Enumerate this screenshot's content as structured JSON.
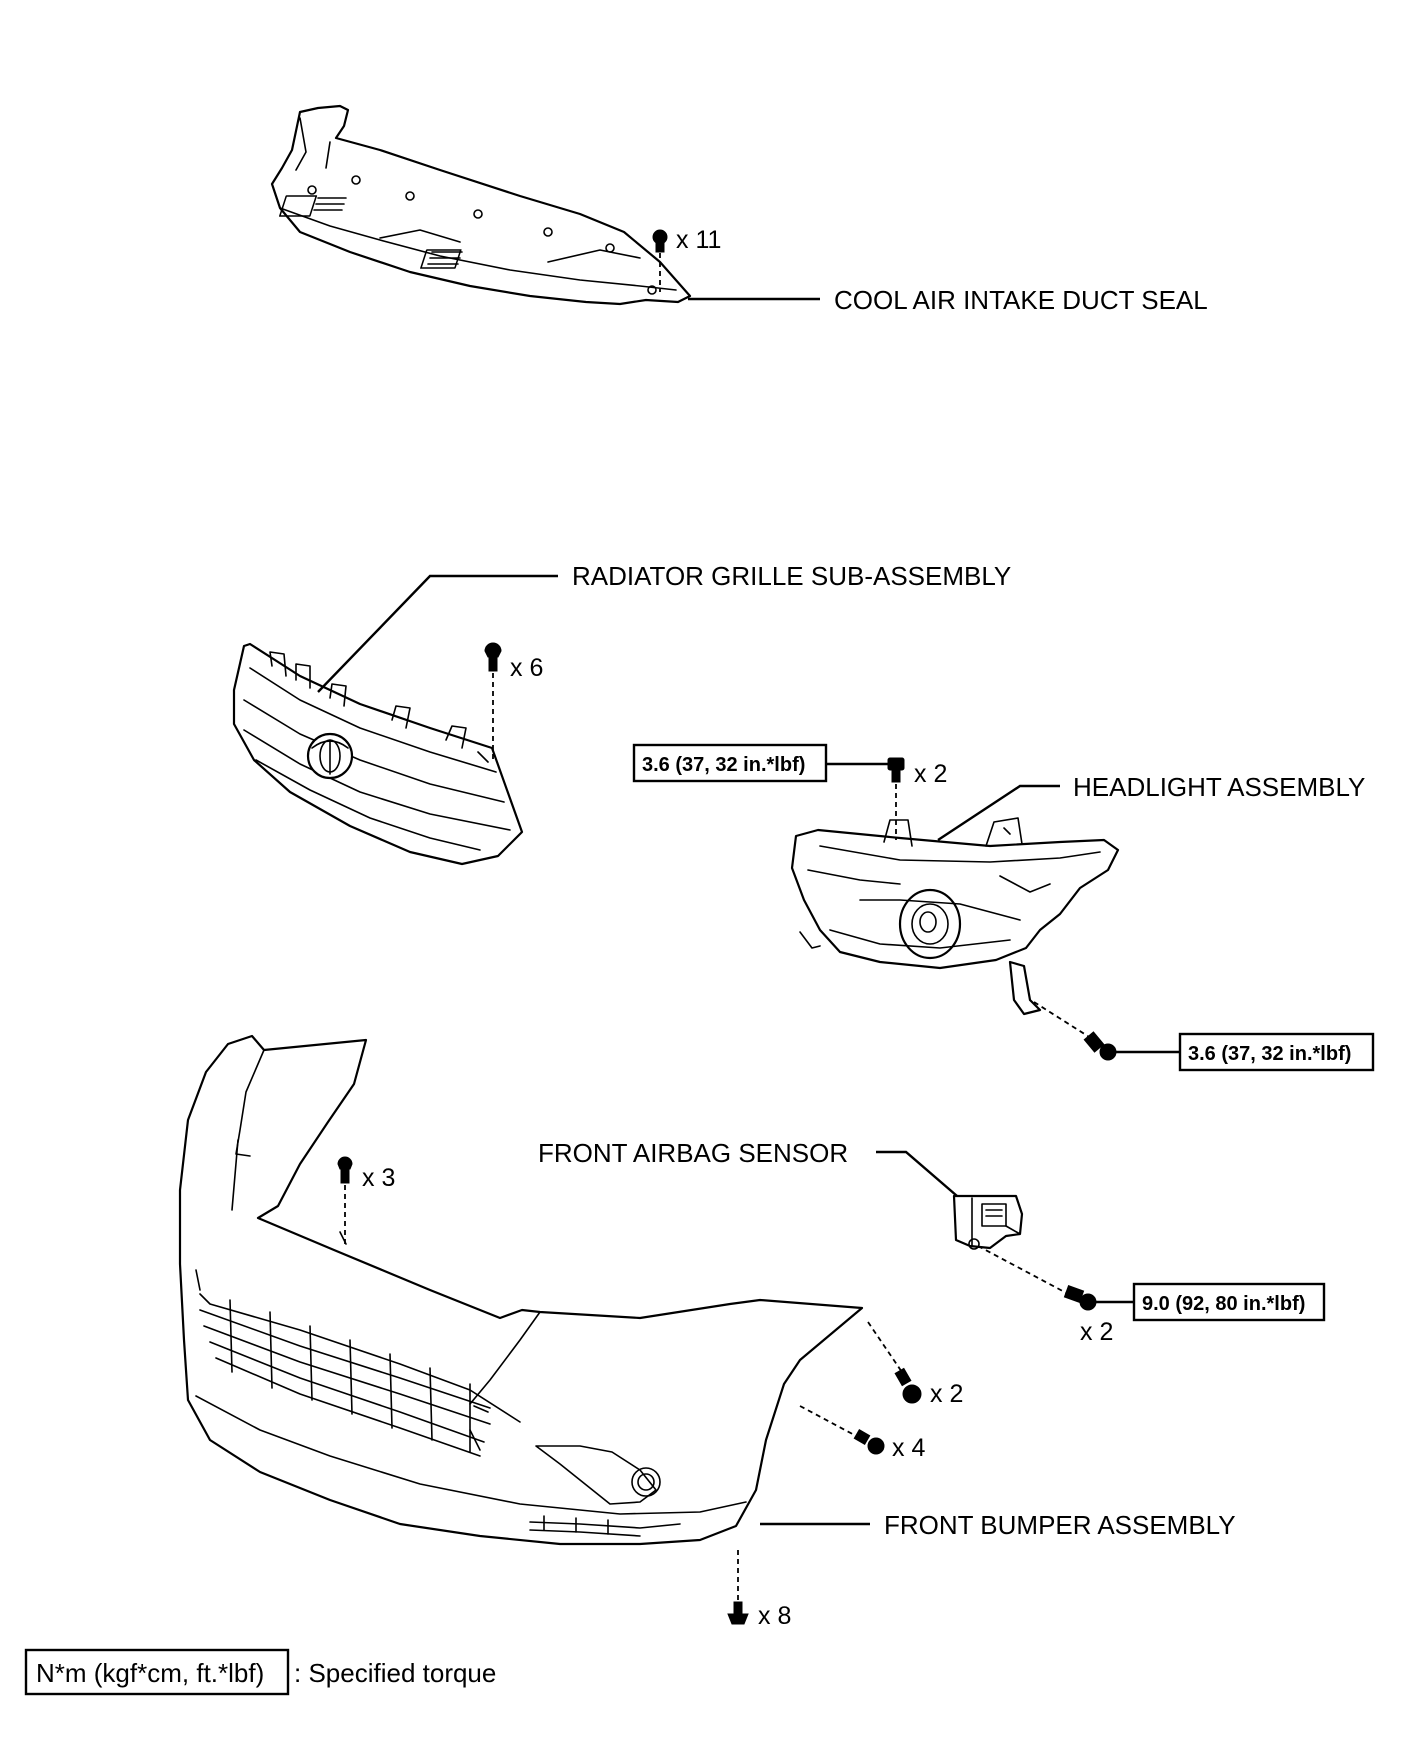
{
  "labels": {
    "cool_air_duct_seal": "COOL AIR INTAKE DUCT SEAL",
    "radiator_grille": "RADIATOR GRILLE SUB-ASSEMBLY",
    "headlight": "HEADLIGHT ASSEMBLY",
    "front_airbag_sensor": "FRONT AIRBAG SENSOR",
    "front_bumper": "FRONT BUMPER ASSEMBLY"
  },
  "quantities": {
    "duct_seal_clips": "x 11",
    "grille_clips": "x 6",
    "headlight_bolts": "x 2",
    "bumper_top_clips": "x 3",
    "airbag_sensor_bolts": "x 2",
    "bumper_side_screws": "x 2",
    "bumper_side_clips": "x 4",
    "bumper_bottom_screws": "x 8"
  },
  "torques": {
    "headlight_upper": "3.6 (37, 32 in.*lbf)",
    "headlight_lower": "3.6 (37, 32 in.*lbf)",
    "airbag_sensor": "9.0 (92, 80 in.*lbf)"
  },
  "legend": {
    "box_text": "N*m (kgf*cm, ft.*lbf)",
    "description": ": Specified torque"
  }
}
